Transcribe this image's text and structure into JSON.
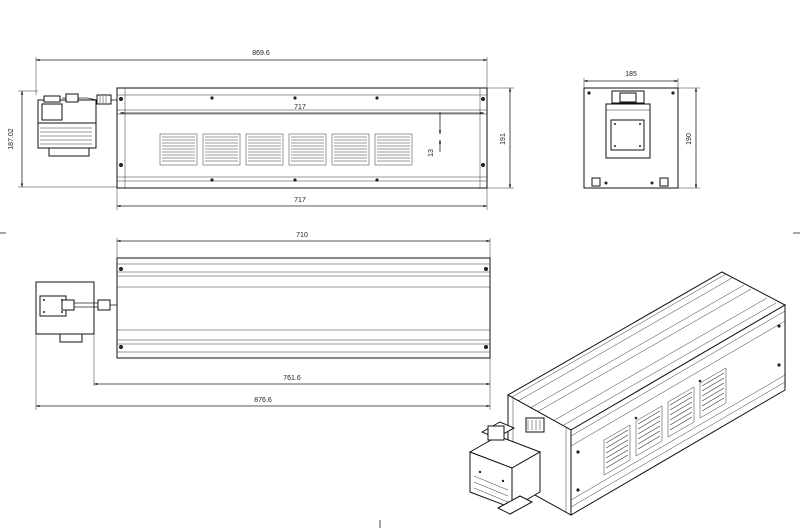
{
  "dimensions": {
    "front_overall": "869.6",
    "front_inner": "717",
    "front_bottom": "717",
    "front_height_left": "187.02",
    "front_height_right": "191",
    "vent_gap": "13",
    "side_width": "185",
    "side_height": "190",
    "top_length": "710",
    "top_mid": "761.6",
    "top_overall": "876.6"
  }
}
